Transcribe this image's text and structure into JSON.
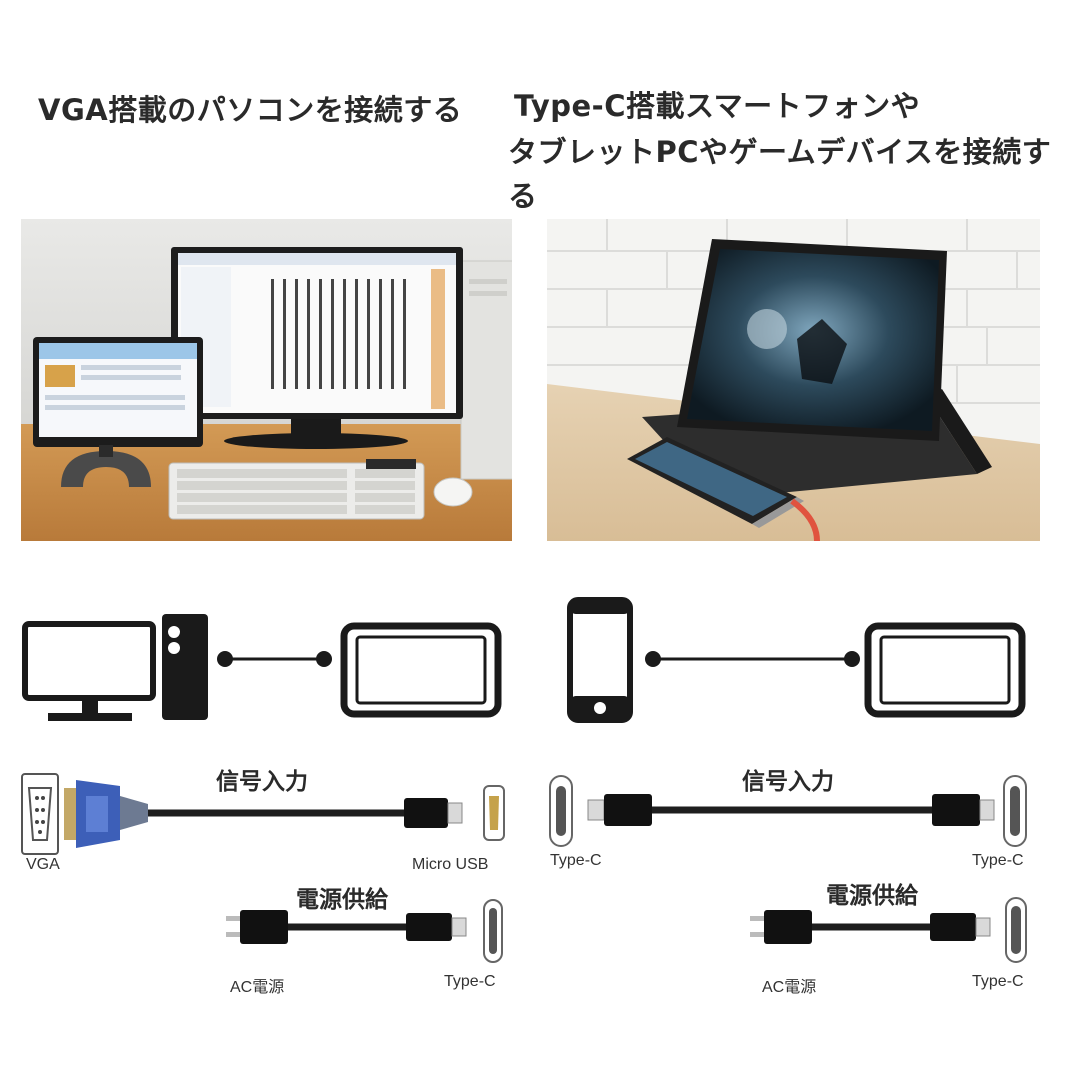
{
  "left": {
    "heading": "VGA搭載のパソコンを接続する",
    "signal_title": "信号入力",
    "power_title": "電源供給",
    "labels": {
      "vga": "VGA",
      "micro_usb": "Micro USB",
      "ac_power": "AC電源",
      "type_c": "Type-C"
    }
  },
  "right": {
    "heading_line1": "Type-C搭載スマートフォンや",
    "heading_line2": "タブレットPCやゲームデバイスを接続する",
    "signal_title": "信号入力",
    "power_title": "電源供給",
    "labels": {
      "type_c_left": "Type-C",
      "type_c_right": "Type-C",
      "ac_power": "AC電源",
      "type_c_power": "Type-C"
    }
  },
  "colors": {
    "icon": "#1a1a1a",
    "vga_blue": "#3d5fb8",
    "cable": "#1e1e1e",
    "usb_red": "#e0533f"
  },
  "icons": {
    "pc": "desktop-pc-icon",
    "phone": "smartphone-icon",
    "monitor": "portable-monitor-icon"
  }
}
